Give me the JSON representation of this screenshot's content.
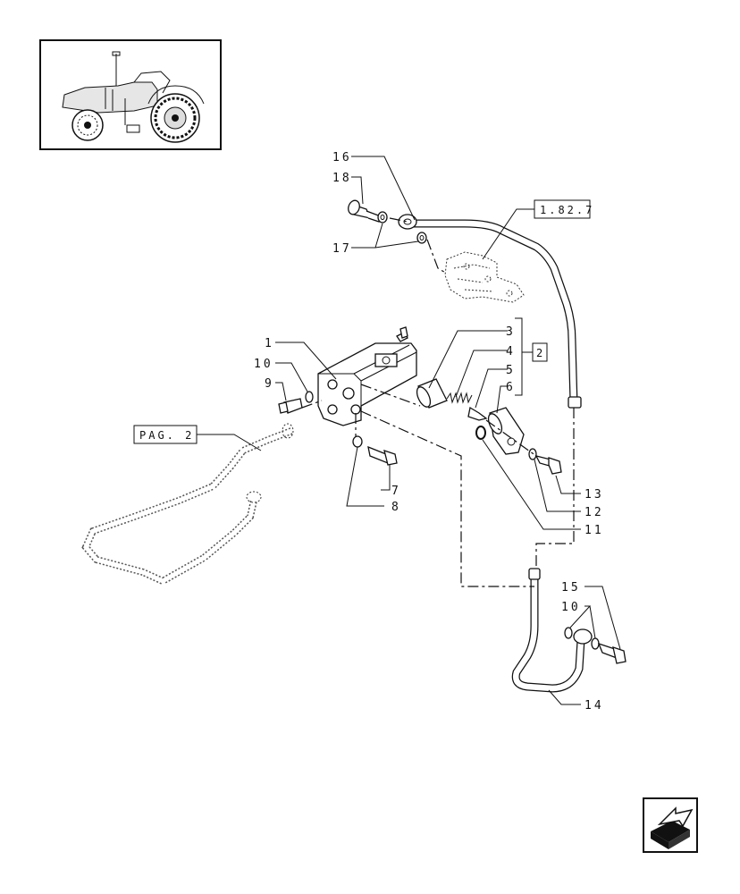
{
  "part_labels": {
    "p1": "1",
    "p2": "2",
    "p3": "3",
    "p4": "4",
    "p5": "5",
    "p6": "6",
    "p7": "7",
    "p8": "8",
    "p9": "9",
    "p10a": "10",
    "p10b": "10",
    "p11": "11",
    "p12": "12",
    "p13": "13",
    "p14": "14",
    "p15": "15",
    "p16": "16",
    "p17": "17",
    "p18": "18"
  },
  "references": {
    "ref_1827": "1.82.7",
    "ref_pag2": "PAG. 2",
    "ref_2": "2"
  },
  "icons": {
    "thumbnail": "tractor-thumbnail-icon",
    "nav": "next-page-arrow-icon"
  }
}
